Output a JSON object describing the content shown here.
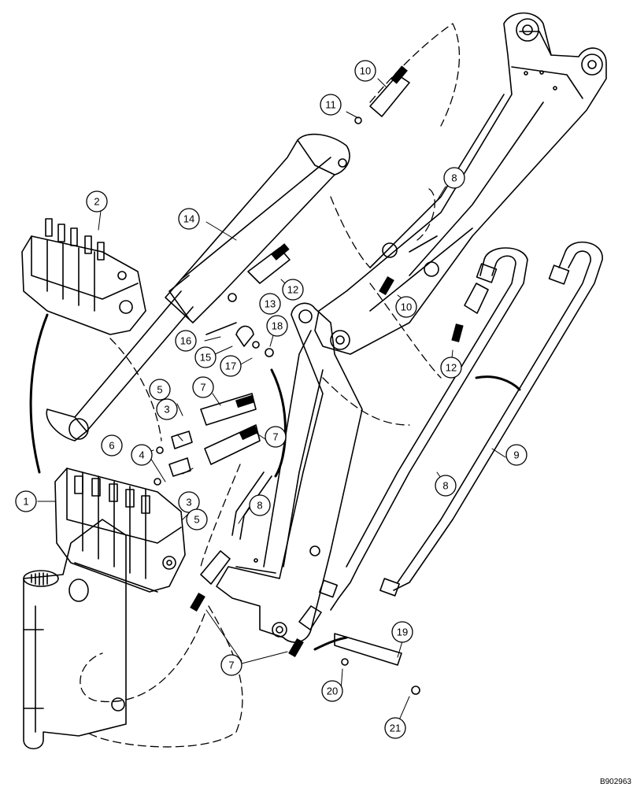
{
  "diagram": {
    "reference": "B902963",
    "callouts": [
      {
        "id": "c1",
        "label": "1"
      },
      {
        "id": "c2",
        "label": "2"
      },
      {
        "id": "c3a",
        "label": "3"
      },
      {
        "id": "c3b",
        "label": "3"
      },
      {
        "id": "c4",
        "label": "4"
      },
      {
        "id": "c5a",
        "label": "5"
      },
      {
        "id": "c5b",
        "label": "5"
      },
      {
        "id": "c6",
        "label": "6"
      },
      {
        "id": "c7a",
        "label": "7"
      },
      {
        "id": "c7b",
        "label": "7"
      },
      {
        "id": "c7c",
        "label": "7"
      },
      {
        "id": "c8a",
        "label": "8"
      },
      {
        "id": "c8b",
        "label": "8"
      },
      {
        "id": "c8c",
        "label": "8"
      },
      {
        "id": "c9",
        "label": "9"
      },
      {
        "id": "c10a",
        "label": "10"
      },
      {
        "id": "c10b",
        "label": "10"
      },
      {
        "id": "c11",
        "label": "11"
      },
      {
        "id": "c12a",
        "label": "12"
      },
      {
        "id": "c12b",
        "label": "12"
      },
      {
        "id": "c13",
        "label": "13"
      },
      {
        "id": "c14",
        "label": "14"
      },
      {
        "id": "c15",
        "label": "15"
      },
      {
        "id": "c16",
        "label": "16"
      },
      {
        "id": "c17",
        "label": "17"
      },
      {
        "id": "c18",
        "label": "18"
      },
      {
        "id": "c19",
        "label": "19"
      },
      {
        "id": "c20",
        "label": "20"
      },
      {
        "id": "c21",
        "label": "21"
      }
    ]
  }
}
